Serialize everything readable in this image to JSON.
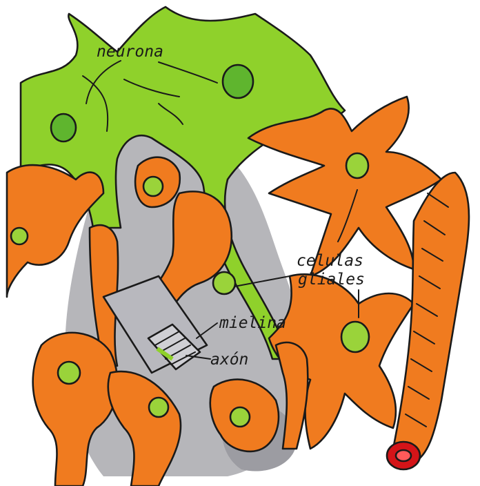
{
  "labels": {
    "neuron": "neurona",
    "glial_line1": "celulas",
    "glial_line2": "gliales",
    "myelin": "mielina",
    "axon": "axón"
  },
  "colors": {
    "neuron_fill": "#8fd12b",
    "glia_fill": "#f07b1f",
    "nucleus_fill": "#5fb52e",
    "interstitial_gray": "#a6a6ab",
    "blood_cell_red": "#d41418",
    "ink": "#1a1a1a"
  }
}
